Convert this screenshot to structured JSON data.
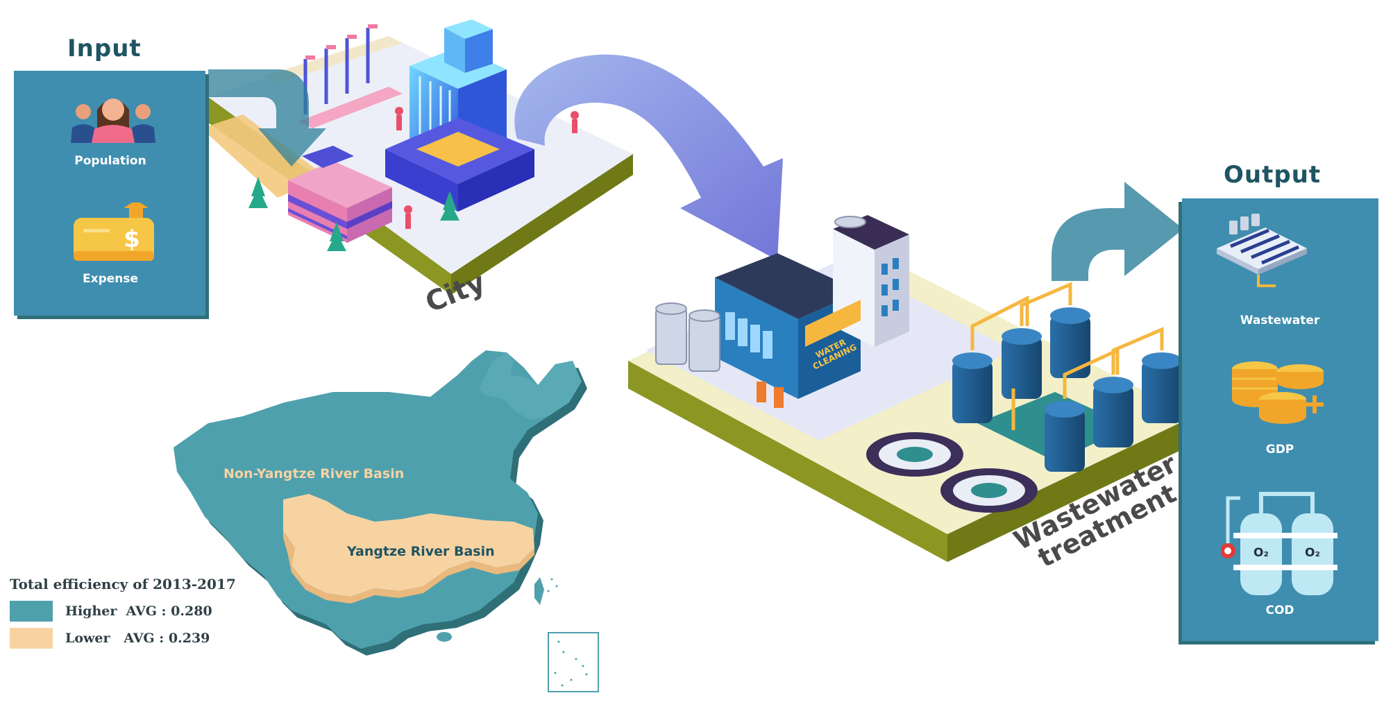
{
  "input": {
    "title": "Input",
    "items": [
      {
        "label": "Population",
        "icon": "population-icon"
      },
      {
        "label": "Expense",
        "icon": "expense-icon"
      }
    ]
  },
  "output": {
    "title": "Output",
    "items": [
      {
        "label": "Wastewater",
        "icon": "wastewater-icon"
      },
      {
        "label": "GDP",
        "icon": "gdp-icon"
      },
      {
        "label": "COD",
        "icon": "cod-icon"
      }
    ]
  },
  "stages": {
    "city": "City",
    "wastewater_line1": "Wastewater",
    "wastewater_line2": "treatment",
    "plant_sign": "WATER CLEANING"
  },
  "map": {
    "non_yangtze": "Non-Yangtze River Basin",
    "yangtze": "Yangtze River Basin"
  },
  "legend": {
    "title": "Total efficiency of 2013-2017",
    "items": [
      {
        "label": "Higher  AVG : 0.280",
        "color": "#4fa0ad"
      },
      {
        "label": "Lower   AVG : 0.239",
        "color": "#f8d3a2"
      }
    ]
  },
  "colors": {
    "panel": "#3f8eaf",
    "title": "#1f5462",
    "map_higher": "#4fa0ad",
    "map_lower": "#f8d3a2",
    "platform_base": "#7f8a1e"
  }
}
